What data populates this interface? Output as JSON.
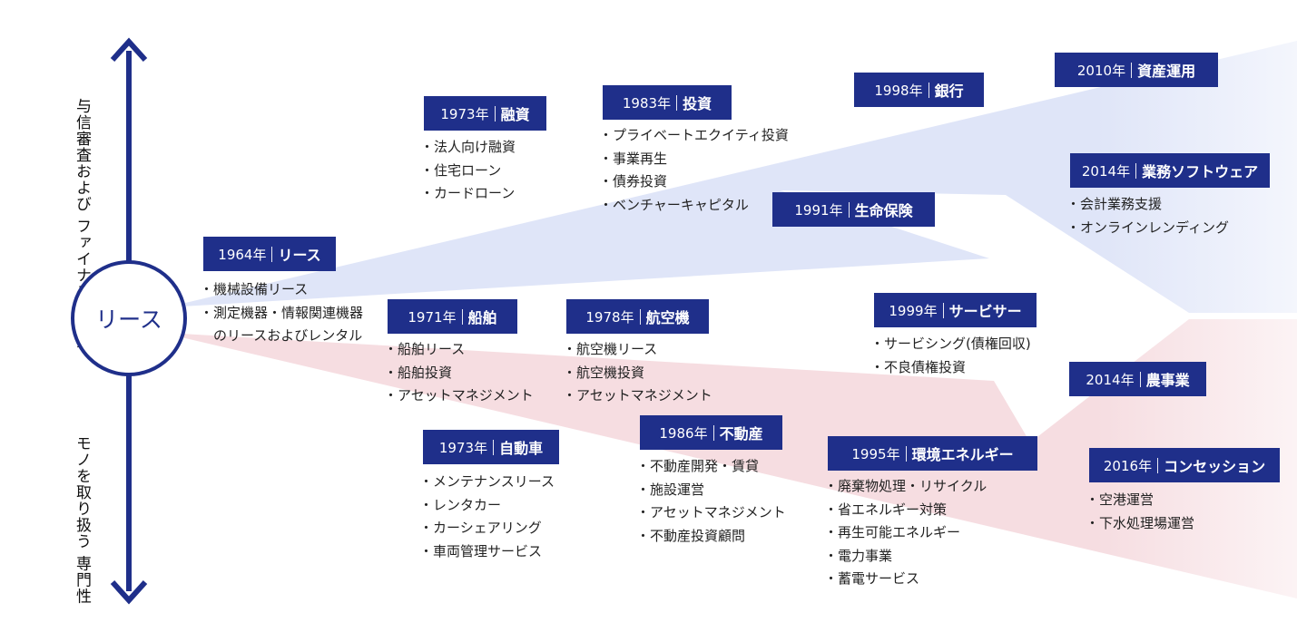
{
  "axis": {
    "top_label_lines": [
      "与信審査および",
      "ファイナンス能力"
    ],
    "bottom_label_lines": [
      "モノを取り扱う",
      "専門性"
    ]
  },
  "center": {
    "label": "リース"
  },
  "colors": {
    "navy": "#1f2f8a",
    "blue_band": "#dfe5f8",
    "red_band": "#f6dde1"
  },
  "nodes": [
    {
      "id": "lease",
      "year": "1964年",
      "name": "リース",
      "items": [
        "機械設備リース",
        "測定機器・情報関連機器",
        "のリースおよびレンタル"
      ]
    },
    {
      "id": "finance",
      "year": "1973年",
      "name": "融資",
      "items": [
        "法人向け融資",
        "住宅ローン",
        "カードローン"
      ]
    },
    {
      "id": "investment",
      "year": "1983年",
      "name": "投資",
      "items": [
        "プライベートエクイティ投資",
        "事業再生",
        "債券投資",
        "ベンチャーキャピタル"
      ]
    },
    {
      "id": "bank",
      "year": "1998年",
      "name": "銀行",
      "items": []
    },
    {
      "id": "asset-mgmt",
      "year": "2010年",
      "name": "資産運用",
      "items": []
    },
    {
      "id": "software",
      "year": "2014年",
      "name": "業務ソフトウェア",
      "items": [
        "会計業務支援",
        "オンラインレンディング"
      ]
    },
    {
      "id": "life-ins",
      "year": "1991年",
      "name": "生命保険",
      "items": []
    },
    {
      "id": "ship",
      "year": "1971年",
      "name": "船舶",
      "items": [
        "船舶リース",
        "船舶投資",
        "アセットマネジメント"
      ]
    },
    {
      "id": "aircraft",
      "year": "1978年",
      "name": "航空機",
      "items": [
        "航空機リース",
        "航空機投資",
        "アセットマネジメント"
      ]
    },
    {
      "id": "servicer",
      "year": "1999年",
      "name": "サービサー",
      "items": [
        "サービシング(債権回収)",
        "不良債権投資"
      ]
    },
    {
      "id": "agri",
      "year": "2014年",
      "name": "農事業",
      "items": []
    },
    {
      "id": "auto",
      "year": "1973年",
      "name": "自動車",
      "items": [
        "メンテナンスリース",
        "レンタカー",
        "カーシェアリング",
        "車両管理サービス"
      ]
    },
    {
      "id": "real-estate",
      "year": "1986年",
      "name": "不動産",
      "items": [
        "不動産開発・賃貸",
        "施設運営",
        "アセットマネジメント",
        "不動産投資顧問"
      ]
    },
    {
      "id": "energy",
      "year": "1995年",
      "name": "環境エネルギー",
      "items": [
        "廃棄物処理・リサイクル",
        "省エネルギー対策",
        "再生可能エネルギー",
        "電力事業",
        "蓄電サービス"
      ]
    },
    {
      "id": "concession",
      "year": "2016年",
      "name": "コンセッション",
      "items": [
        "空港運営",
        "下水処理場運営"
      ]
    }
  ]
}
